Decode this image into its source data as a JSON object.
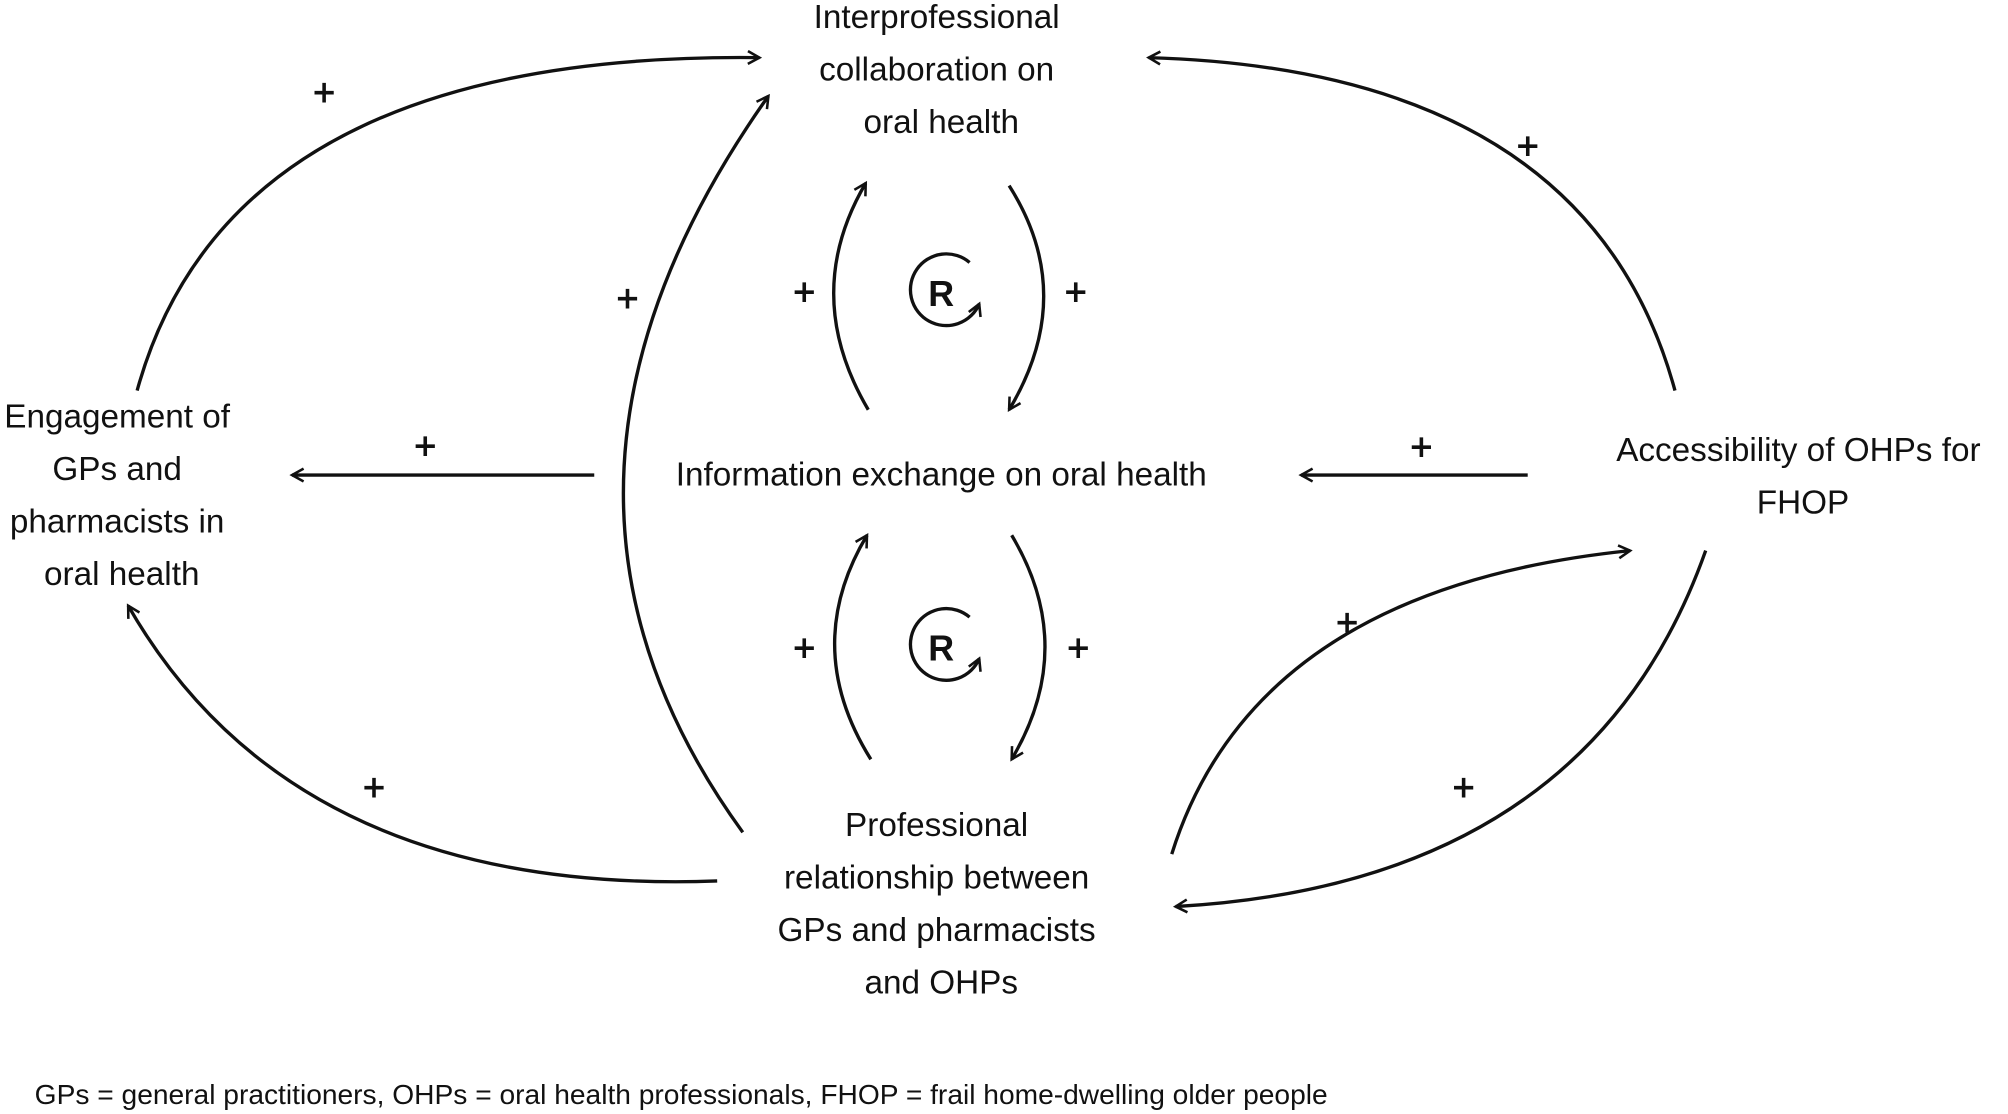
{
  "nodes": {
    "collaboration": [
      "Interprofessional",
      "collaboration on",
      "oral health"
    ],
    "engagement": [
      "Engagement of",
      "GPs and",
      "pharmacists in",
      "oral health"
    ],
    "information": [
      "Information exchange on oral health"
    ],
    "accessibility": [
      "Accessibility of OHPs for",
      "FHOP"
    ],
    "relationship": [
      "Professional",
      "relationship between",
      "GPs and pharmacists",
      "and OHPs"
    ]
  },
  "links": [
    {
      "from": "engagement",
      "to": "collaboration",
      "polarity": "+"
    },
    {
      "from": "relationship",
      "to": "collaboration",
      "polarity": "+"
    },
    {
      "from": "accessibility",
      "to": "collaboration",
      "polarity": "+"
    },
    {
      "from": "information",
      "to": "engagement",
      "polarity": "+"
    },
    {
      "from": "accessibility",
      "to": "information",
      "polarity": "+"
    },
    {
      "from": "relationship",
      "to": "engagement",
      "polarity": "+"
    },
    {
      "from": "relationship",
      "to": "accessibility",
      "polarity": "+"
    },
    {
      "from": "accessibility",
      "to": "relationship",
      "polarity": "+"
    },
    {
      "from": "information",
      "to": "collaboration",
      "polarity": "+"
    },
    {
      "from": "collaboration",
      "to": "information",
      "polarity": "+"
    },
    {
      "from": "relationship",
      "to": "information",
      "polarity": "+"
    },
    {
      "from": "information",
      "to": "relationship",
      "polarity": "+"
    }
  ],
  "loops": [
    {
      "label": "R"
    },
    {
      "label": "R"
    }
  ],
  "footnote": "GPs = general practitioners, OHPs = oral health professionals, FHOP = frail home-dwelling older people"
}
